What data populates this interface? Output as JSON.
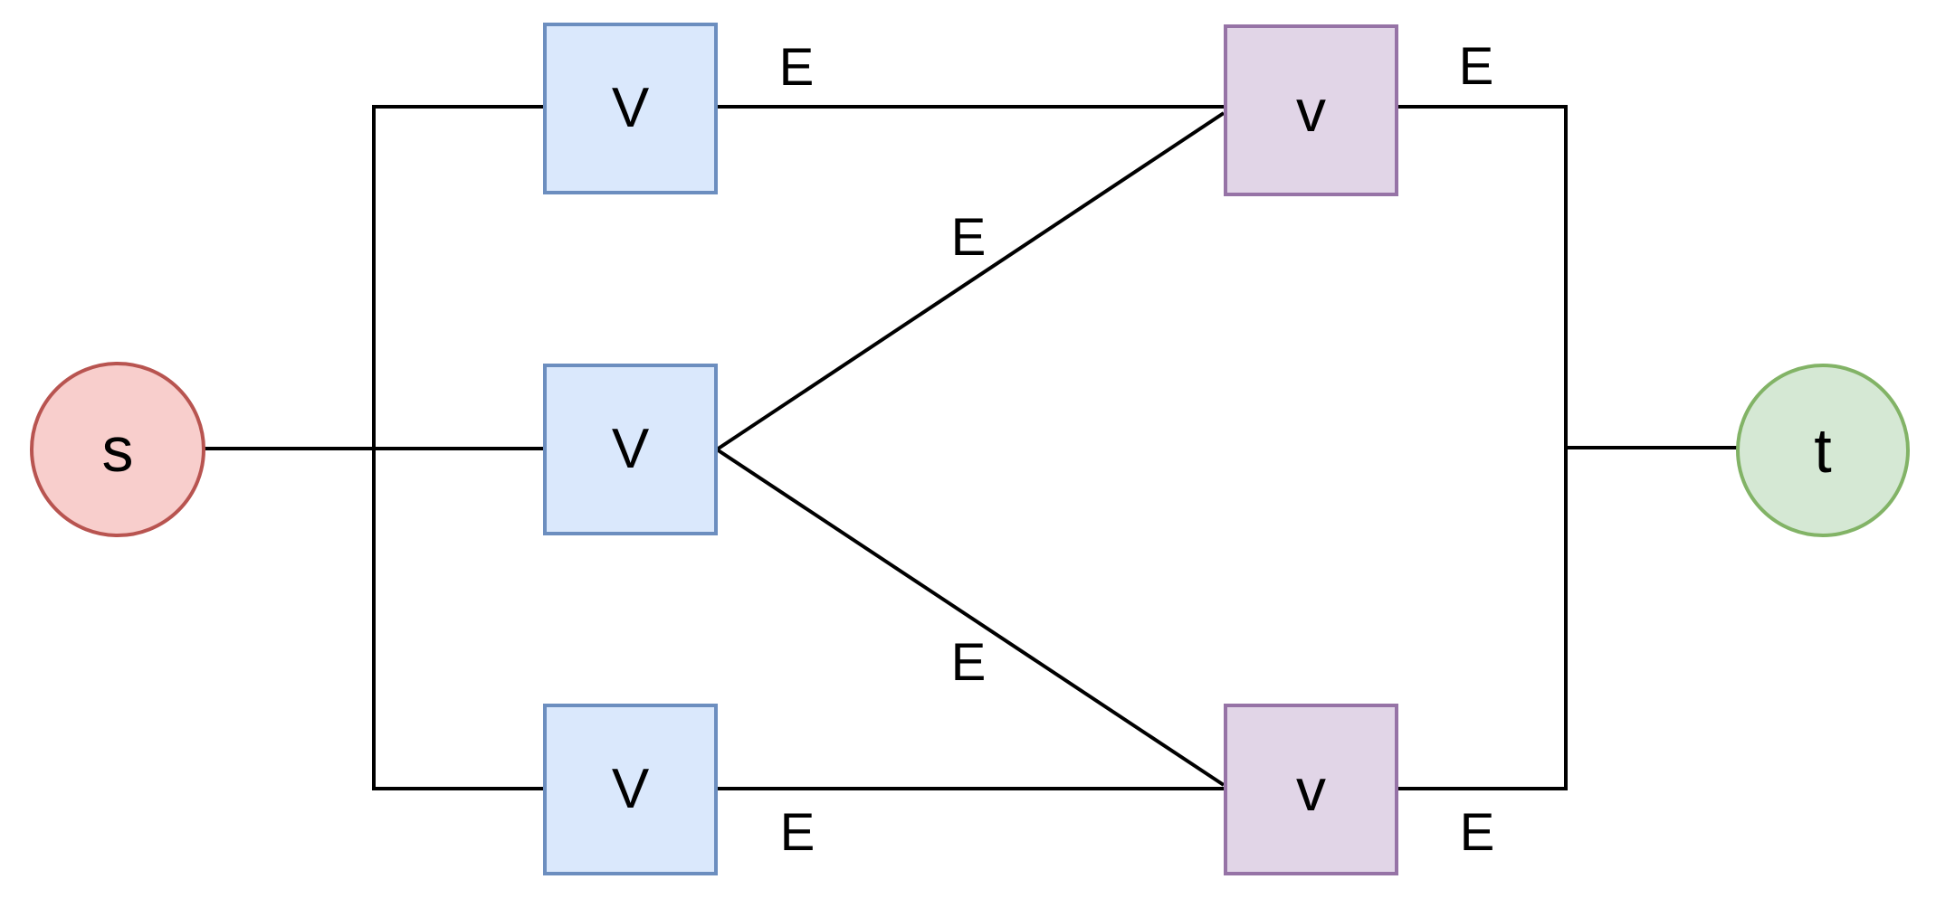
{
  "diagram": {
    "background": "#ffffff",
    "edge_color": "#000000",
    "source": {
      "label": "s",
      "fill": "#f8cecc",
      "stroke": "#b85450"
    },
    "sink": {
      "label": "t",
      "fill": "#d5e8d4",
      "stroke": "#82b366"
    },
    "left_vertices": [
      {
        "label": "V"
      },
      {
        "label": "V"
      },
      {
        "label": "V"
      }
    ],
    "right_vertices": [
      {
        "label": "v"
      },
      {
        "label": "v"
      }
    ],
    "vertex_colors": {
      "blue_fill": "#dae8fc",
      "blue_stroke": "#6c8ebf",
      "purple_fill": "#e1d5e7",
      "purple_stroke": "#9673a6"
    },
    "edge_labels": [
      "E",
      "E",
      "E",
      "E",
      "E",
      "E"
    ]
  }
}
